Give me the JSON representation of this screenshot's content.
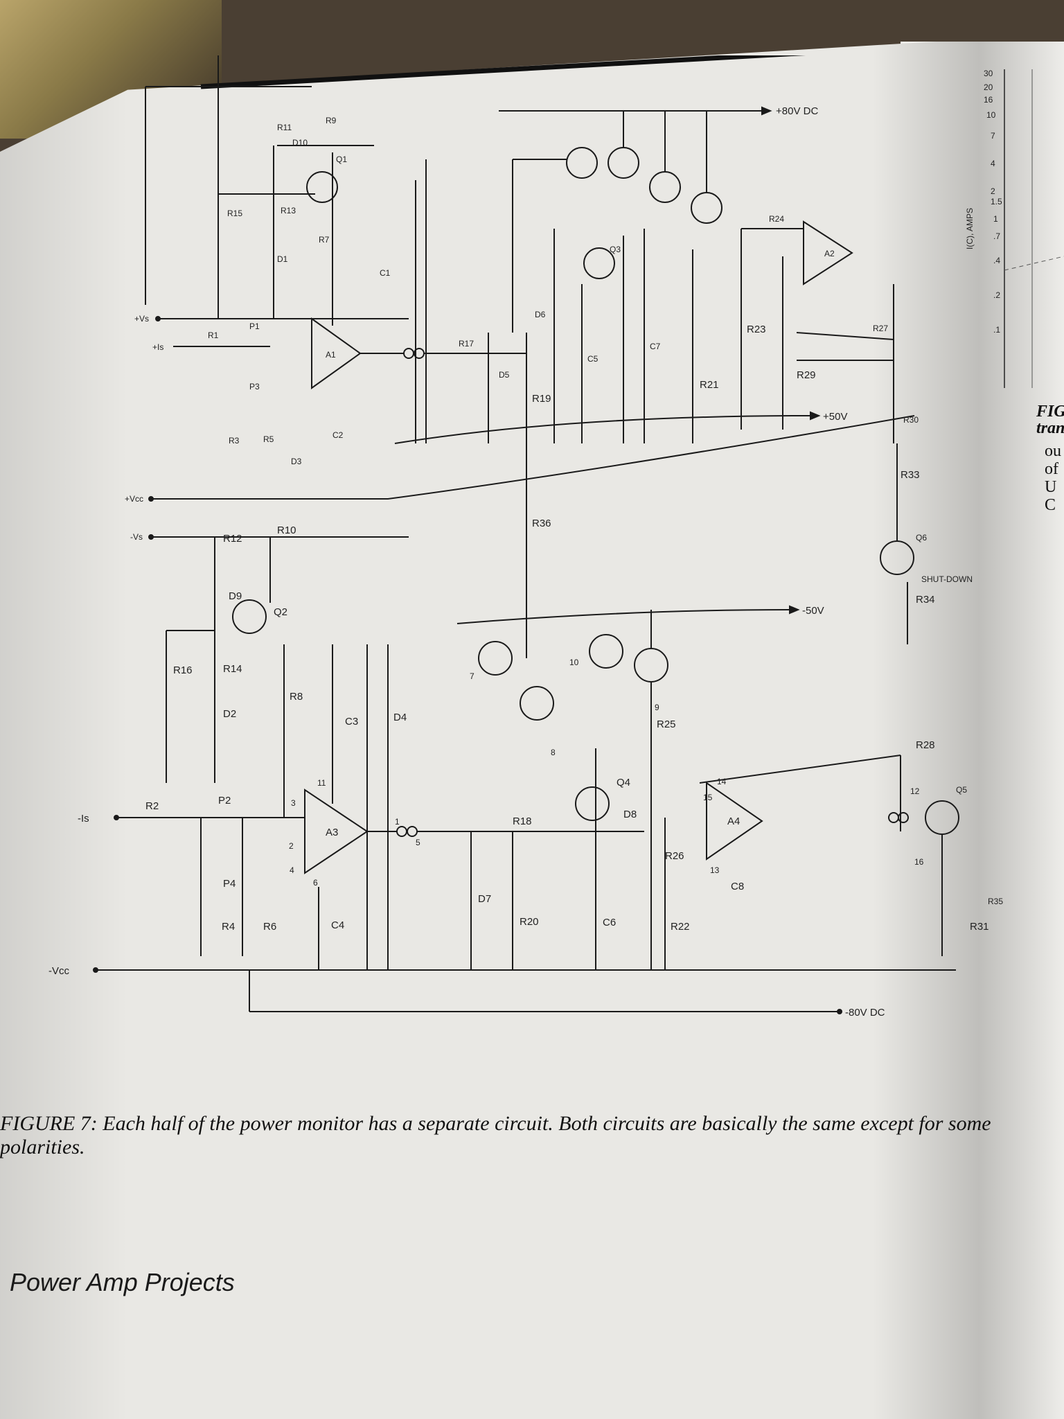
{
  "figure": {
    "caption_line1": "FIGURE 7: Each half of the power monitor has a separate circuit. Both circuits are basically the same except for some",
    "caption_line2": "polarities."
  },
  "footer": {
    "book_title": "Power Amp Projects"
  },
  "rails": {
    "plus_80": "+80V DC",
    "minus_80": "-80V DC",
    "plus_50": "+50V",
    "minus_50": "-50V",
    "plus_vcc": "+Vcc",
    "minus_vcc": "-Vcc",
    "plus_vs": "+Vs",
    "minus_vs": "-Vs",
    "plus_is": "+Is",
    "minus_is": "-Is"
  },
  "components": {
    "resistors": [
      "R1",
      "R2",
      "R3",
      "R4",
      "R5",
      "R6",
      "R7",
      "R8",
      "R9",
      "R10",
      "R11",
      "R12",
      "R13",
      "R14",
      "R15",
      "R16",
      "R17",
      "R18",
      "R19",
      "R20",
      "R21",
      "R22",
      "R23",
      "R24",
      "R25",
      "R26",
      "R27",
      "R28",
      "R29",
      "R30",
      "R31",
      "R33",
      "R34",
      "R35",
      "R36"
    ],
    "pots": [
      "P1",
      "P2",
      "P3",
      "P4"
    ],
    "diodes": [
      "D1",
      "D2",
      "D3",
      "D4",
      "D5",
      "D6",
      "D7",
      "D8",
      "D9",
      "D10"
    ],
    "capacitors": [
      "C1",
      "C2",
      "C3",
      "C4",
      "C5",
      "C6",
      "C7",
      "C8"
    ],
    "transistors": [
      "Q1",
      "Q2",
      "Q3",
      "Q4",
      "Q5",
      "Q6"
    ],
    "opamps": [
      "A1",
      "A2",
      "A3",
      "A4"
    ],
    "shutdown": "SHUT-DOWN",
    "pins": [
      "1",
      "2",
      "3",
      "4",
      "5",
      "6",
      "7",
      "8",
      "9",
      "10",
      "11",
      "12",
      "13",
      "14",
      "15",
      "16"
    ]
  },
  "graph_strip": {
    "axis_label": "I(C), AMPS",
    "ticks": [
      "30",
      "20",
      "16",
      "10",
      "7",
      "4",
      "2",
      "1.5",
      "1",
      ".7",
      ".4",
      ".2",
      ".1"
    ]
  },
  "side_fragments": {
    "fig": "FIG",
    "tran": "tran",
    "words": [
      "ou",
      "of",
      "U",
      "C"
    ]
  }
}
